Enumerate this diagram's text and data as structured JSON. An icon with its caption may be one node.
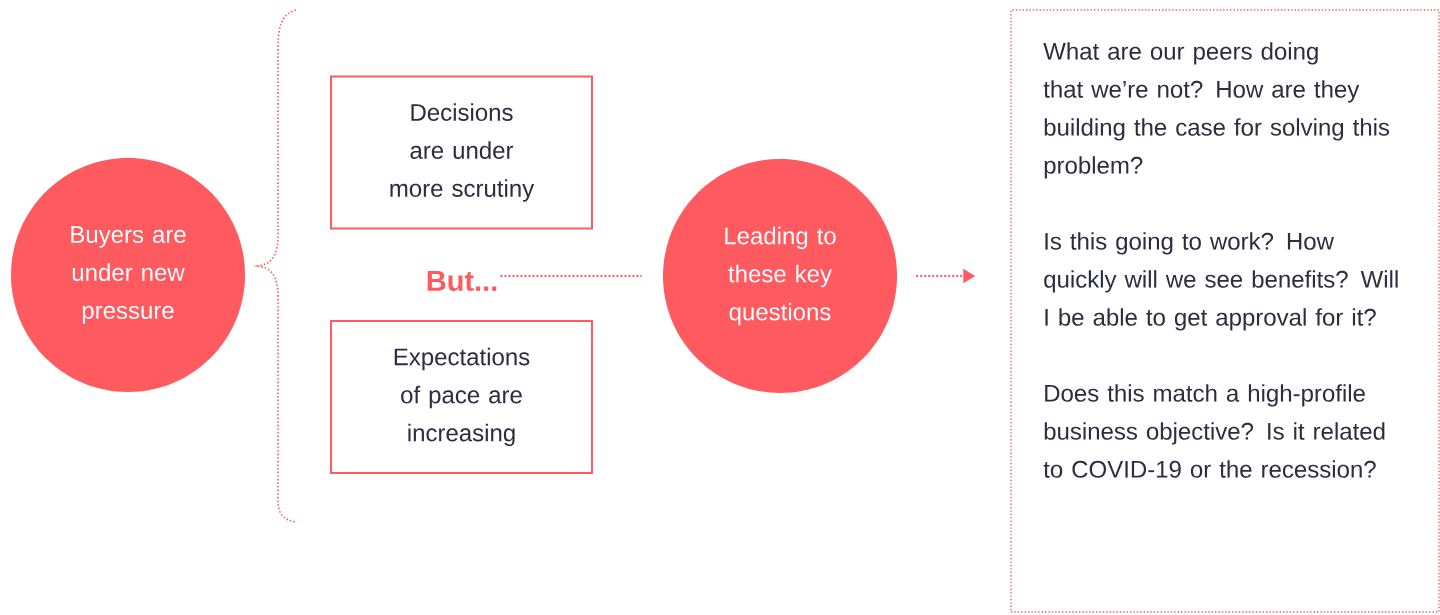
{
  "diagram": {
    "nodes": [
      {
        "text": [
          "Buyers are under new pressure"
        ]
      },
      {
        "text": [
          "Decisions are under more scrutiny"
        ]
      },
      {
        "text": [
          "But..."
        ]
      },
      {
        "text": [
          "Expectations of pace are increasing"
        ]
      },
      {
        "text": [
          "Leading to these key questions"
        ]
      },
      {
        "text": [
          "What are our peers doing that we’re not? How are they building the case for solving this problem?",
          "Is this going to work? How quickly will we see benefits? Will I be able to get approval for it?",
          "Does this match a high-profile business objective? Is it related to COVID-19 or the recession?"
        ]
      }
    ],
    "edges": [
      {
        "from": 2,
        "to": 4,
        "arrow": "none"
      },
      {
        "from": 4,
        "to": 5,
        "arrow": "to"
      }
    ]
  }
}
